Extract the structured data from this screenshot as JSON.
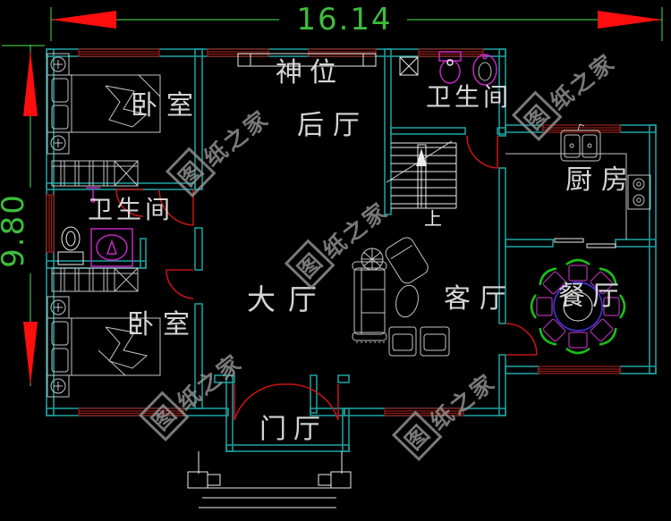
{
  "drawing": {
    "width_label": "16.14",
    "height_label": "9.80",
    "rooms": {
      "bedroom_top": "卧室",
      "bedroom_bottom": "卧室",
      "bathroom_left": "卫生间",
      "bathroom_top": "卫生间",
      "shrine": "神位",
      "back_hall": "后厅",
      "kitchen": "厨房",
      "dining": "餐厅",
      "living": "客厅",
      "main_hall": "大厅",
      "foyer": "门厅",
      "stair_up": "上"
    },
    "watermark": {
      "boxed_char": "图",
      "rest": "纸之家",
      "full_text": "图纸之家"
    },
    "colors": {
      "background": "#000000",
      "wall": "#1d9c9c",
      "window": "#8f1d14",
      "dimension_line": "#3dbd3d",
      "dimension_arrow": "#ff0e0e",
      "door": "#c21414",
      "room_text": "#e6e6e6",
      "bath_fixture": "#c428c4",
      "dining_chair": "#18c018",
      "dining_table": "#3c34d6",
      "furniture": "#c4c4c4",
      "watermark": "#919191"
    }
  }
}
